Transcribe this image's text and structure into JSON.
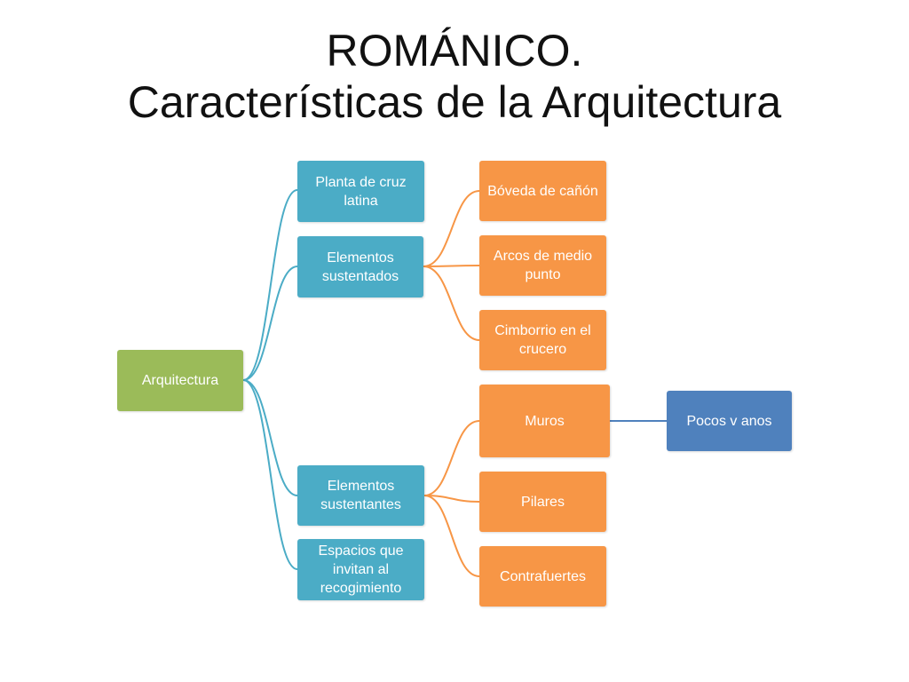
{
  "title": {
    "line1": "ROMÁNICO.",
    "line2": "Características de la Arquitectura"
  },
  "colors": {
    "root": "#9bbb59",
    "level1": "#4bacc6",
    "level2": "#f79646",
    "level3": "#4f81bd",
    "root_connector": "#4bacc6",
    "level1_connector": "#f79646",
    "level2_connector": "#4f81bd"
  },
  "diagram": {
    "root": "Arquitectura",
    "level1": {
      "planta": "Planta de cruz latina",
      "sustentados": "Elementos sustentados",
      "sustentantes": "Elementos sustentantes",
      "espacios": "Espacios que invitan al recogimiento"
    },
    "level2": {
      "boveda": "Bóveda de cañón",
      "arcos": "Arcos de medio punto",
      "cimborrio": "Cimborrio en el crucero",
      "muros": "Muros",
      "pilares": "Pilares",
      "contrafuertes": "Contrafuertes"
    },
    "level3": {
      "pocos": "Pocos v anos"
    }
  }
}
